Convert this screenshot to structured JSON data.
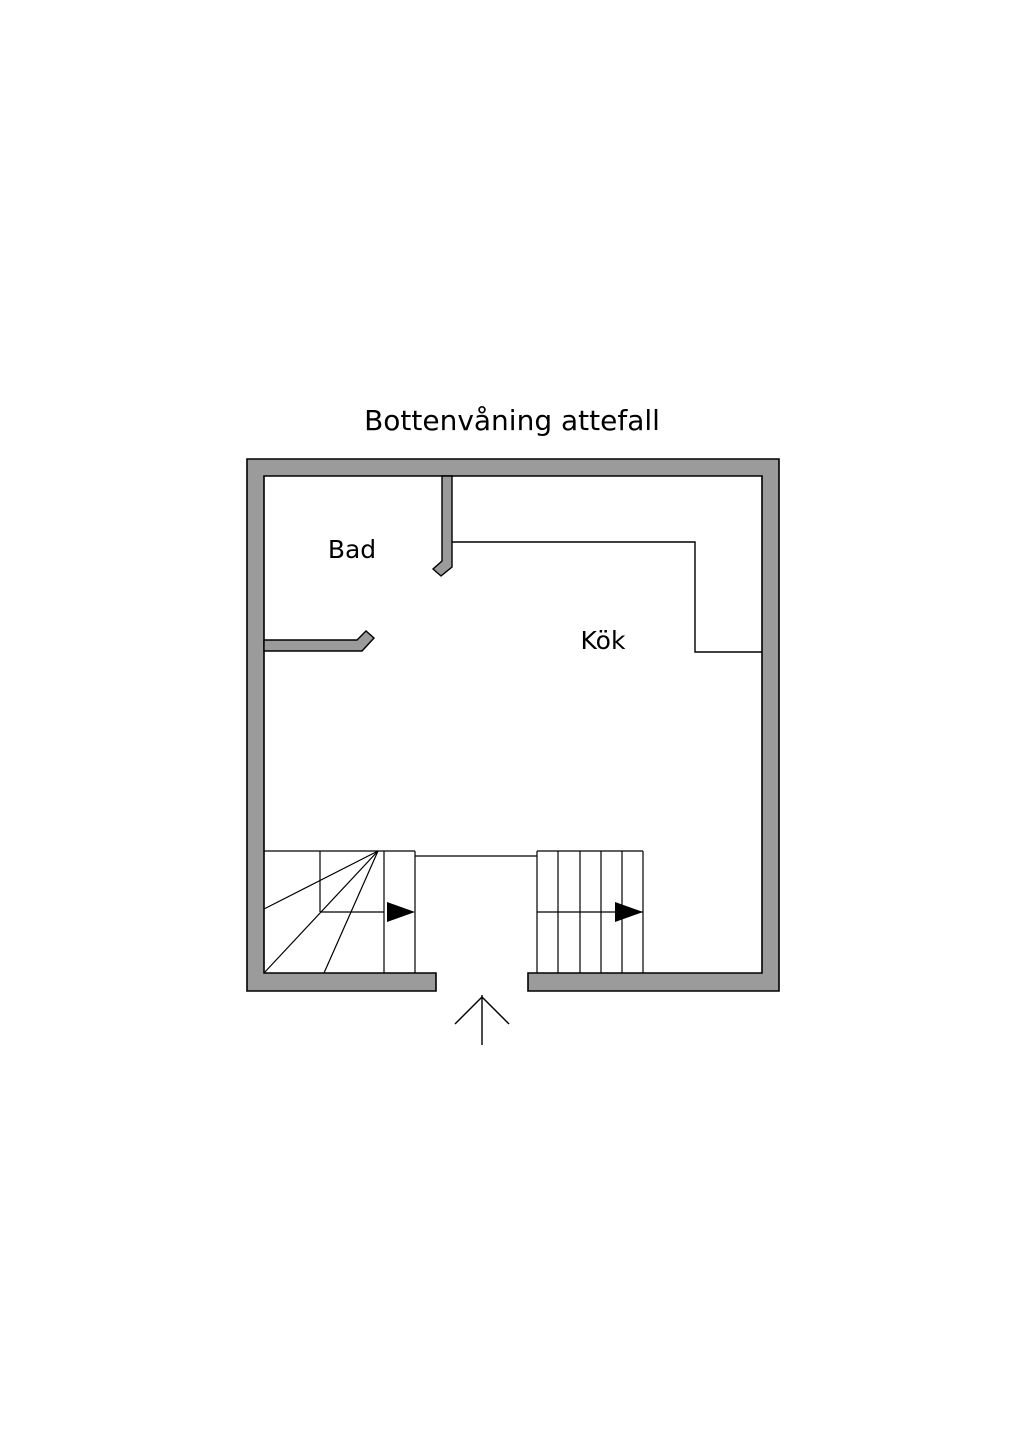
{
  "plan": {
    "title": "Bottenvåning attefall",
    "rooms": {
      "bathroom": "Bad",
      "kitchen": "Kök"
    },
    "colors": {
      "wall": "#9b9b9b",
      "line": "#000000",
      "background": "#ffffff"
    },
    "icons": {
      "entrance": "entrance-arrow-icon",
      "stair_direction": "stair-direction-arrow-icon"
    }
  }
}
